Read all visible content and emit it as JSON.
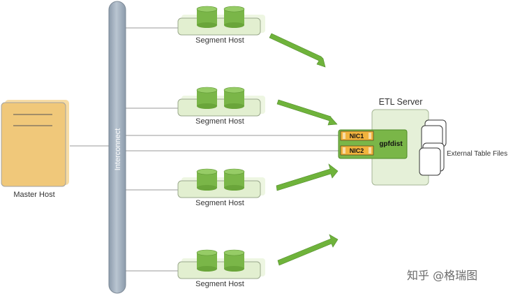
{
  "diagram": {
    "master_host": {
      "label": "Master Host"
    },
    "interconnect": {
      "label": "Interconnect"
    },
    "segment_hosts": [
      {
        "label": "Segment Host"
      },
      {
        "label": "Segment Host"
      },
      {
        "label": "Segment Host"
      },
      {
        "label": "Segment Host"
      }
    ],
    "etl_server": {
      "label": "ETL Server",
      "nics": [
        "NIC1",
        "NIC2"
      ],
      "process_label": "gpfdist"
    },
    "external_files": {
      "label": "External Table Files"
    },
    "watermark": "知乎 @格瑞图",
    "colors": {
      "interconnect_bar": "#a3b1c0",
      "segment_panel": "#e2efd0",
      "cylinder": "#7ab648",
      "master_card": "#f0c87a",
      "etl_server_box": "#e5f0d8",
      "gpfdist_box": "#7ab648",
      "nic_badge": "#f2b33d",
      "arrow": "#6fb33b"
    }
  }
}
